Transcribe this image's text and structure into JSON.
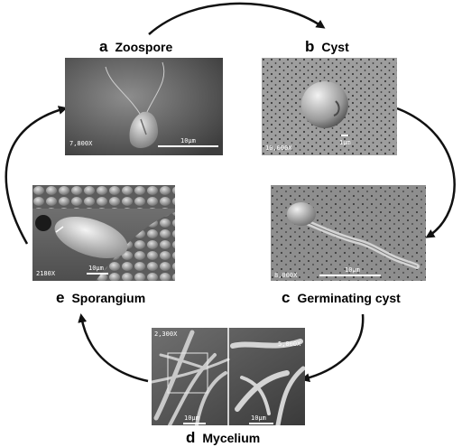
{
  "stages": {
    "a": {
      "letter": "a",
      "name": "Zoospore",
      "magnification": "7,800X",
      "scale": "10µm"
    },
    "b": {
      "letter": "b",
      "name": "Cyst",
      "magnification": "10,000X",
      "scale": "1µm"
    },
    "c": {
      "letter": "c",
      "name": "Germinating cyst",
      "magnification": "8,000X",
      "scale": "10µm"
    },
    "d": {
      "letter": "d",
      "name": "Mycelium",
      "magnification_left": "2,300X",
      "magnification_right": "5,000X",
      "scale_left": "10µm",
      "scale_right": "10µm"
    },
    "e": {
      "letter": "e",
      "name": "Sporangium",
      "magnification": "2180X",
      "scale": "10µm"
    }
  },
  "colors": {
    "arrow": "#111111",
    "background": "#ffffff"
  }
}
